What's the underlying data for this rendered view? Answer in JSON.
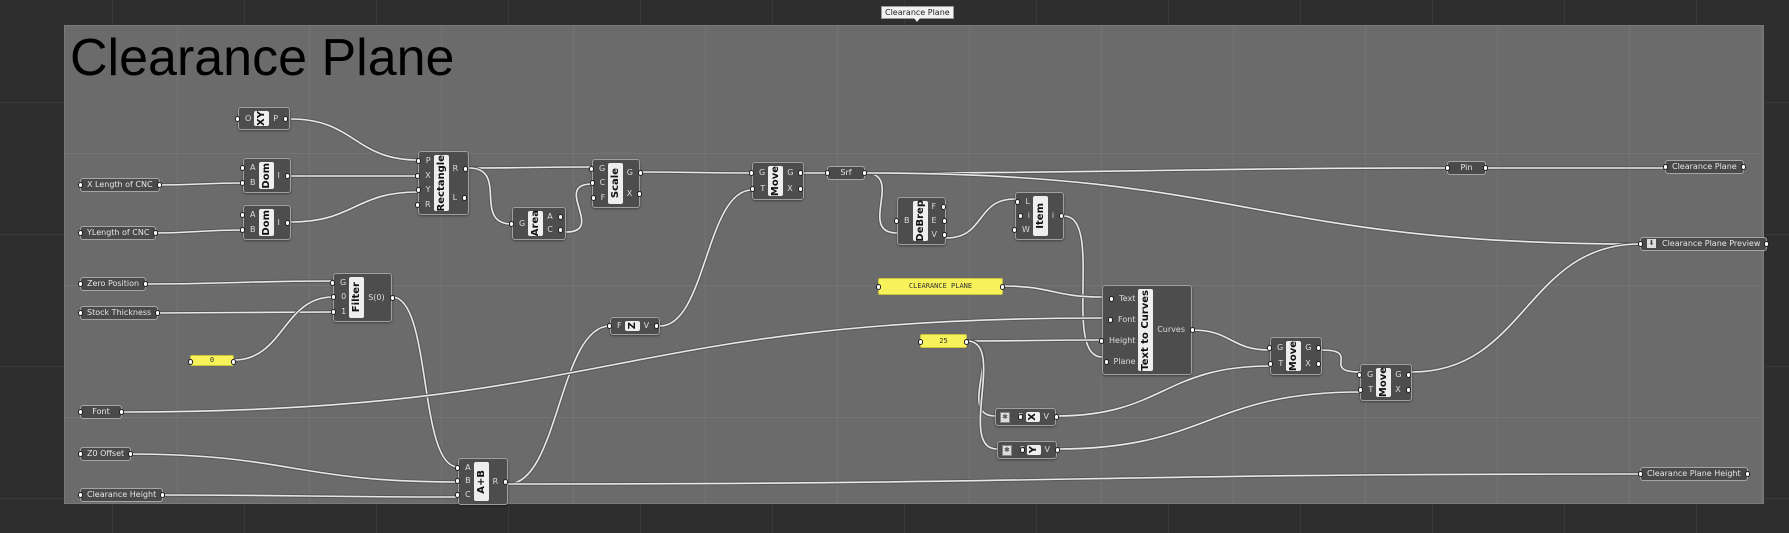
{
  "canvas": {
    "tooltip": "Clearance Plane"
  },
  "group": {
    "title": "Clearance Plane"
  },
  "components": [
    {
      "id": "xy",
      "name": "XY",
      "inputs": [
        "O"
      ],
      "outputs": [
        "P"
      ]
    },
    {
      "id": "dom1",
      "name": "Dom",
      "inputs": [
        "A",
        "B"
      ],
      "outputs": [
        "I"
      ]
    },
    {
      "id": "dom2",
      "name": "Dom",
      "inputs": [
        "A",
        "B"
      ],
      "outputs": [
        "I"
      ]
    },
    {
      "id": "rectangle",
      "name": "Rectangle",
      "inputs": [
        "P",
        "X",
        "Y",
        "R"
      ],
      "outputs": [
        "R",
        "L"
      ]
    },
    {
      "id": "area",
      "name": "Area",
      "inputs": [
        "G"
      ],
      "outputs": [
        "A",
        "C"
      ]
    },
    {
      "id": "scale",
      "name": "Scale",
      "inputs": [
        "G",
        "C",
        "F"
      ],
      "outputs": [
        "G",
        "X"
      ]
    },
    {
      "id": "move1",
      "name": "Move",
      "inputs": [
        "G",
        "T"
      ],
      "outputs": [
        "G",
        "X"
      ]
    },
    {
      "id": "debrep",
      "name": "DeBrep",
      "inputs": [
        "B"
      ],
      "outputs": [
        "F",
        "E",
        "V"
      ]
    },
    {
      "id": "item",
      "name": "Item",
      "inputs": [
        "L",
        "i",
        "W"
      ],
      "outputs": [
        "i"
      ]
    },
    {
      "id": "filter",
      "name": "Filter",
      "inputs": [
        "G",
        "0",
        "1"
      ],
      "outputs": [
        "S(0)"
      ]
    },
    {
      "id": "addition",
      "name": "A+B",
      "inputs": [
        "A",
        "B",
        "C"
      ],
      "outputs": [
        "R"
      ]
    },
    {
      "id": "unitz",
      "name": "Z",
      "inputs": [
        "F"
      ],
      "outputs": [
        "V"
      ]
    },
    {
      "id": "texttocurves",
      "name": "Text to Curves",
      "inputs": [
        "Text",
        "Font",
        "Height",
        "Plane"
      ],
      "outputs": [
        "Curves"
      ]
    },
    {
      "id": "move2",
      "name": "Move",
      "inputs": [
        "G",
        "T"
      ],
      "outputs": [
        "G",
        "X"
      ]
    },
    {
      "id": "move3",
      "name": "Move",
      "inputs": [
        "G",
        "T"
      ],
      "outputs": [
        "G",
        "X"
      ]
    },
    {
      "id": "unitx",
      "name": "X",
      "inputs": [
        "F"
      ],
      "outputs": [
        "V"
      ],
      "icon": true
    },
    {
      "id": "unity",
      "name": "Y",
      "inputs": [
        "F"
      ],
      "outputs": [
        "V"
      ],
      "icon": true
    }
  ],
  "params": [
    {
      "id": "xlength",
      "label": "X Length of CNC"
    },
    {
      "id": "ylength",
      "label": "YLength of CNC"
    },
    {
      "id": "zeropos",
      "label": "Zero Position"
    },
    {
      "id": "stock",
      "label": "Stock Thickness"
    },
    {
      "id": "font",
      "label": "Font"
    },
    {
      "id": "z0offset",
      "label": "Z0 Offset"
    },
    {
      "id": "clearheight",
      "label": "Clearance Height"
    },
    {
      "id": "srf",
      "label": "Srf"
    },
    {
      "id": "pin",
      "label": "Pin"
    },
    {
      "id": "outplane",
      "label": "Clearance Plane"
    },
    {
      "id": "outpreview",
      "label": "Clearance Plane Preview",
      "icon": true
    },
    {
      "id": "outheight",
      "label": "Clearance Plane Height"
    }
  ],
  "panels": [
    {
      "id": "zero",
      "text": "0"
    },
    {
      "id": "cleartext",
      "text": "CLEARANCE PLANE"
    },
    {
      "id": "size",
      "text": "25"
    }
  ],
  "colors": {
    "canvas": "#2e2e2e",
    "group": "#6b6b6b",
    "panel": "#f7f25a",
    "wire": "#e8e8e8"
  }
}
